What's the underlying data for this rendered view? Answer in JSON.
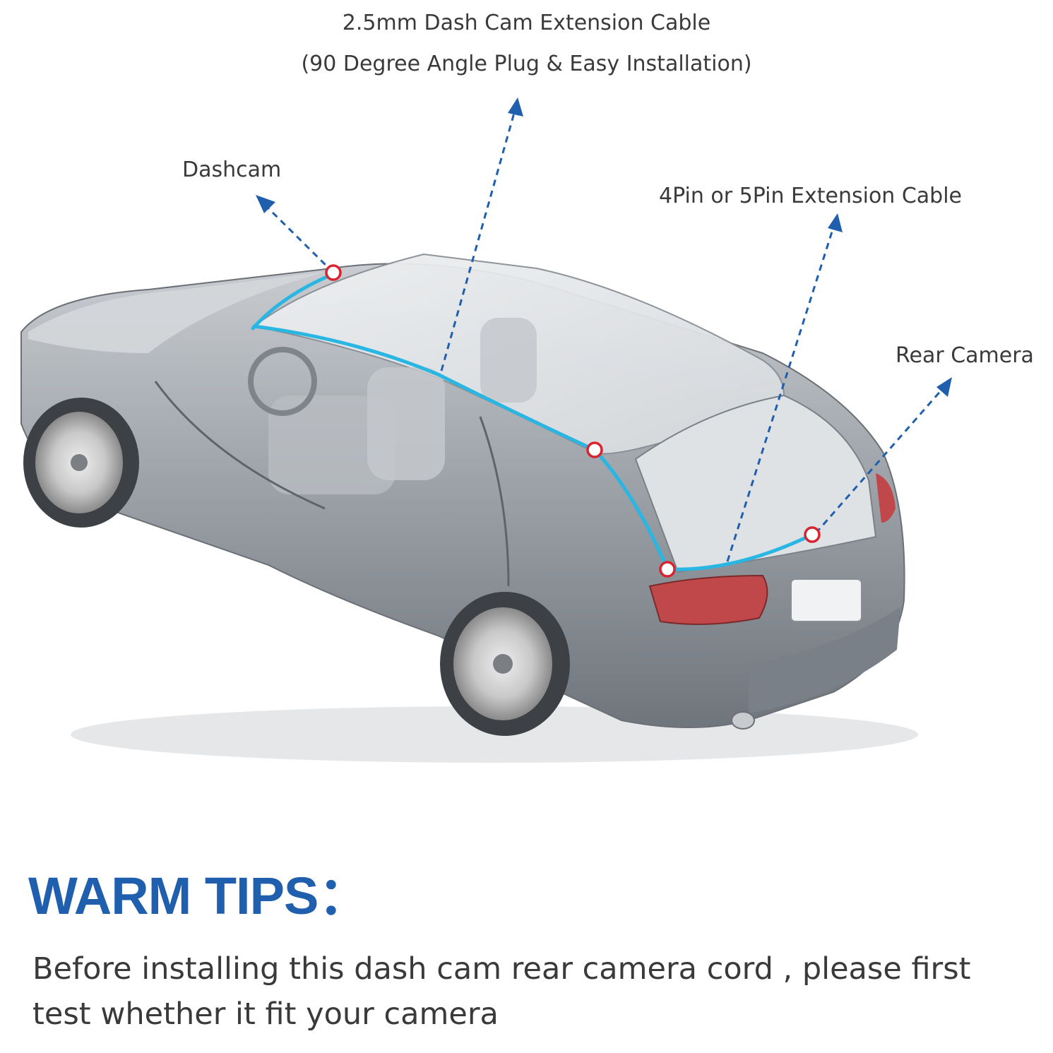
{
  "labels": {
    "cable_25mm_line1": "2.5mm Dash Cam Extension Cable",
    "cable_25mm_line2": "(90 Degree Angle Plug & Easy Installation)",
    "dashcam": "Dashcam",
    "cable_4pin": "4Pin or 5Pin Extension Cable",
    "rear_camera": "Rear Camera"
  },
  "colors": {
    "arrow": "#1f5fae",
    "cable": "#29b6e3",
    "marker": "#d9232e",
    "car_body": "#8e9399",
    "title": "#1f5fae"
  },
  "tips": {
    "title": "WARM TIPS：",
    "body": "Before  installing this dash cam rear camera cord , please first test whether it fit your camera"
  }
}
